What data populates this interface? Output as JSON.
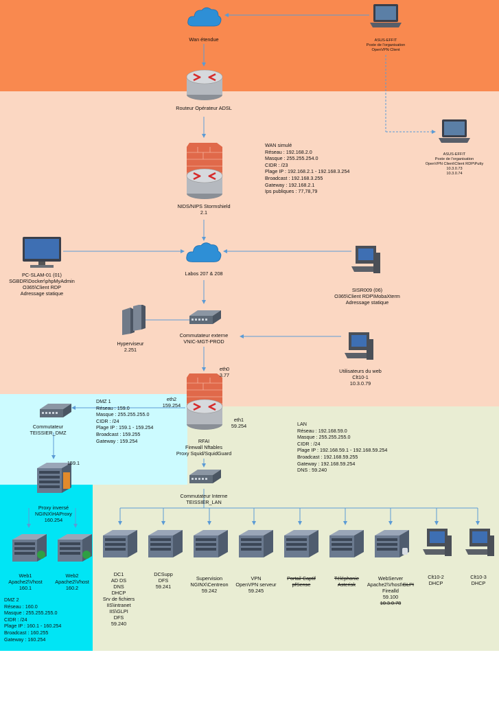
{
  "colors": {
    "wan": "#f9894f",
    "internal": "#fbd7c2",
    "dmz_switch": "#ccfbff",
    "dmz_servers": "#00e5f5",
    "lan": "#e9edd3",
    "link": "#5b9bd5"
  },
  "top": {
    "wan_cloud": "Wan étendue",
    "asus_top": [
      "ASUS-EFFIT",
      "Poste de l'organisation",
      "OpenVPN Client"
    ],
    "router": "Routeur Opérateur ADSL",
    "asus_right": [
      "ASUS-EFFIT",
      "Poste de l'organisation",
      "OpenVPN Client\\Client RDP\\Putty",
      "10.3.0.73",
      "10.3.0.74"
    ],
    "stormshield": [
      "NIDS/NIPS Stormshield",
      "2.1"
    ],
    "wan_info": [
      "WAN simulé",
      "Réseau : 192.168.2.0",
      "Masque : 255.255.254.0",
      "CIDR : /23",
      "Plage IP : 192.168.2.1 - 192.168.3.254",
      "Broadcast : 192.168.3.255",
      "Gateway : 192.168.2.1",
      "Ips publiques : 77,78,79"
    ]
  },
  "labs": {
    "cloud": "Labos 207 & 208",
    "pc_slam": [
      "PC-SLAM-01 (01)",
      "SGBDR\\Docker\\phpMyAdmin",
      "O365\\Client RDP",
      "Adressage statique"
    ],
    "sisr": [
      "SISR009 (06)",
      "O365\\Client RDP\\MobaXterm",
      "Adressage statique"
    ],
    "hyperviseur": [
      "Hyperviseur",
      "2.251"
    ],
    "switch_ext": [
      "Commutateur externe",
      "VNIC-MGT-PROD"
    ],
    "users_web": [
      "Utilisateurs du web",
      "Clt10-1",
      "10.3.0.79"
    ]
  },
  "rfai": {
    "eth0": [
      "eth0",
      "3.77"
    ],
    "eth1": [
      "eth1",
      "59.254"
    ],
    "eth2": [
      "eth2",
      "159.254"
    ],
    "name": [
      "RFAI",
      "Firewall Nftables",
      "Proxy Squid/SquidGuard"
    ]
  },
  "dmz1": {
    "switch": [
      "Commutateur",
      "TEISSIER_DMZ"
    ],
    "info": [
      "DMZ 1",
      "Réseau : 159.0",
      "Masque : 255.255.255.0",
      "CIDR : /24",
      "Plage IP : 159.1 - 159.254",
      "Broadcast : 159.255",
      "Gateway : 159.254"
    ],
    "proxy_addr": "159.1",
    "proxy": [
      "Proxy inversé",
      "NGINX\\HAProxy",
      "160.254"
    ]
  },
  "dmz2": {
    "web1": [
      "Web1",
      "Apache2\\Vhost",
      "160.1"
    ],
    "web2": [
      "Web2",
      "Apache2\\Vhost",
      "160.2"
    ],
    "info": [
      "DMZ 2",
      "Réseau : 160.0",
      "Masque : 255.255.255.0",
      "CIDR : /24",
      "Plage IP : 160.1 - 160.254",
      "Broadcast : 160.255",
      "Gateway : 160.254"
    ]
  },
  "lan": {
    "info": [
      "LAN",
      "Réseau : 192.168.59.0",
      "Masque : 255.255.255.0",
      "CIDR : /24",
      "Plage IP : 192.168.59.1 - 192.168.59.254",
      "Broadcast : 192.168.59.255",
      "Gateway : 192.168.59.254",
      "DNS : 59.240"
    ],
    "switch": [
      "Commutateur Interne",
      "TEISSIER_LAN"
    ],
    "dc1": [
      "DC1",
      "AD DS",
      "DNS",
      "DHCP",
      "Srv de fichiers",
      "IIS\\intranet",
      "IIS\\GLPI",
      "DFS",
      "59.240"
    ],
    "dcsupp": [
      "DCSupp",
      "DFS",
      "59.241"
    ],
    "supervision": [
      "Supervision",
      "NGINX\\Centreon",
      "59.242"
    ],
    "vpn": [
      "VPN",
      "OpenVPN serveur",
      "59.245"
    ],
    "portail": [
      "Portail Captif",
      "pfSense"
    ],
    "telephonie": [
      "Téléphonie",
      "Asterisk"
    ],
    "webserver": [
      "WebServer",
      "Apache2\\Vhost\\",
      "GLPI",
      "Firealld",
      "59.100",
      "10.3.0.78"
    ],
    "clt2": [
      "Clt10-2",
      "DHCP"
    ],
    "clt3": [
      "Clt10-3",
      "DHCP"
    ]
  }
}
